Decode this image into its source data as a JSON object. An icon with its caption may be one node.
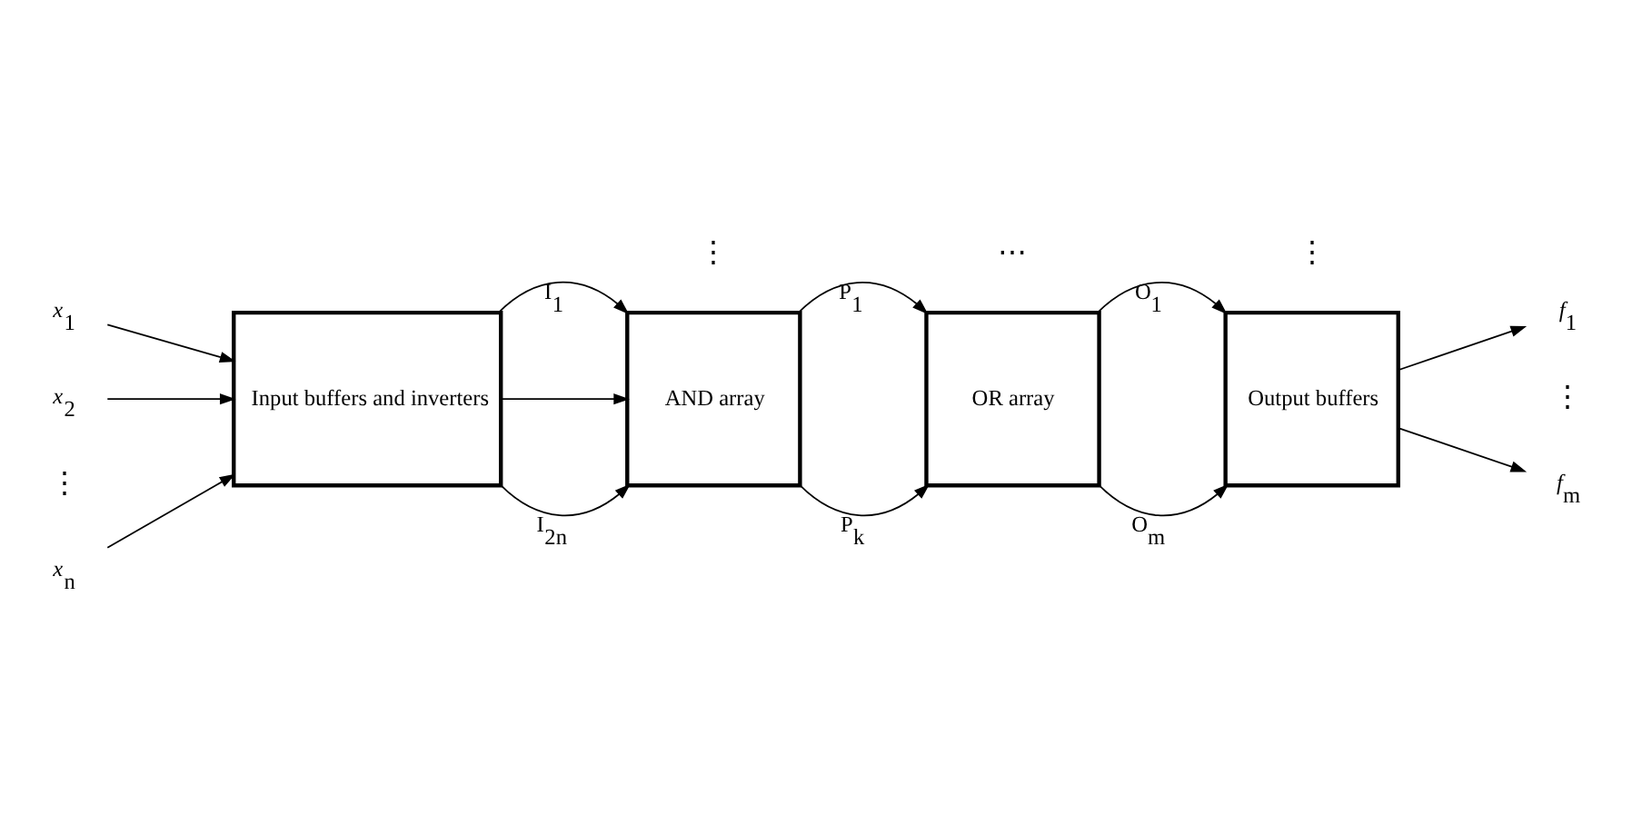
{
  "diagram": {
    "nodes": [
      {
        "text": [
          "*x*$_{1}$"
        ]
      },
      {
        "text": [
          "*x*$_{2}$"
        ]
      },
      {
        "text": [
          "*x*$_{n}$"
        ]
      },
      {
        "text": [
          "Input buffers and inverters"
        ]
      },
      {
        "text": [
          "AND array"
        ]
      },
      {
        "text": [
          "OR array"
        ]
      },
      {
        "text": [
          "Output buffers"
        ]
      },
      {
        "text": [
          "*f*$_{1}$"
        ]
      },
      {
        "text": [
          "*f*$_{m}$"
        ]
      }
    ],
    "edges": [
      {
        "from": 0,
        "to": 3,
        "arrow": "to"
      },
      {
        "from": 1,
        "to": 3,
        "arrow": "to"
      },
      {
        "from": 2,
        "to": 3,
        "arrow": "to"
      },
      {
        "from": 3,
        "to": 4,
        "arrow": "to",
        "label": "I$_{1}$"
      },
      {
        "from": 3,
        "to": 4,
        "arrow": "to"
      },
      {
        "from": 3,
        "to": 4,
        "arrow": "to",
        "label": "I$_{2n}$"
      },
      {
        "from": 4,
        "to": 5,
        "arrow": "to",
        "label": "P$_{1}$"
      },
      {
        "from": 4,
        "to": 5,
        "arrow": "to",
        "label": "P$_{k}$"
      },
      {
        "from": 5,
        "to": 6,
        "arrow": "to",
        "label": "O$_{1}$"
      },
      {
        "from": 5,
        "to": 6,
        "arrow": "to",
        "label": "O$_{m}$"
      },
      {
        "from": 6,
        "to": 7,
        "arrow": "to"
      },
      {
        "from": 6,
        "to": 8,
        "arrow": "to"
      }
    ],
    "labels": [
      "⋮",
      "⋮",
      "⋯",
      "⋮",
      "⋮"
    ]
  }
}
